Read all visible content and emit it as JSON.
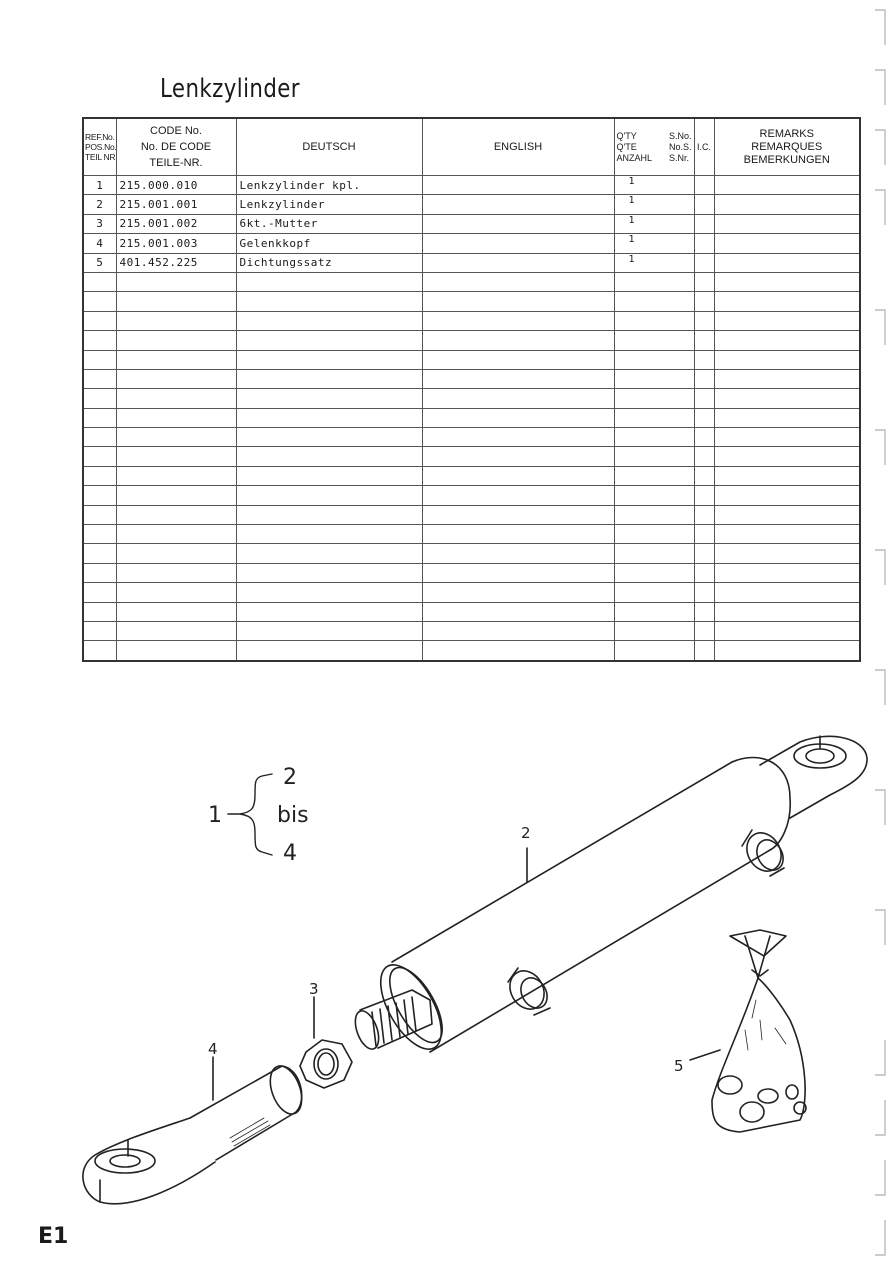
{
  "title": "Lenkzylinder",
  "table": {
    "headers": {
      "ref": [
        "REF.No.",
        "POS.No.",
        "TEIL NR."
      ],
      "code": [
        "CODE No.",
        "No. DE CODE",
        "TEILE-NR."
      ],
      "deutsch": "DEUTSCH",
      "english": "ENGLISH",
      "qty_left": [
        "Q'TY",
        "Q'TE",
        "ANZAHL"
      ],
      "qty_right": [
        "S.No.",
        "No.S.",
        "S.Nr."
      ],
      "ic": "I.C.",
      "remarks": [
        "REMARKS",
        "REMARQUES",
        "BEMERKUNGEN"
      ]
    },
    "rows": [
      {
        "ref": "1",
        "code": "215.000.010",
        "deutsch": "Lenkzylinder kpl.",
        "english": "",
        "qty": "1",
        "ic": "",
        "remarks": ""
      },
      {
        "ref": "2",
        "code": "215.001.001",
        "deutsch": "Lenkzylinder",
        "english": "",
        "qty": "1",
        "ic": "",
        "remarks": ""
      },
      {
        "ref": "3",
        "code": "215.001.002",
        "deutsch": "6kt.-Mutter",
        "english": "",
        "qty": "1",
        "ic": "",
        "remarks": ""
      },
      {
        "ref": "4",
        "code": "215.001.003",
        "deutsch": "Gelenkkopf",
        "english": "",
        "qty": "1",
        "ic": "",
        "remarks": ""
      },
      {
        "ref": "5",
        "code": "401.452.225",
        "deutsch": "Dichtungssatz",
        "english": "",
        "qty": "1",
        "ic": "",
        "remarks": ""
      }
    ]
  },
  "diagram": {
    "group_label": "1",
    "group_top": "2",
    "group_mid": "bis",
    "group_bottom": "4",
    "callout_2": "2",
    "callout_3": "3",
    "callout_4": "4",
    "callout_5": "5"
  },
  "page_label": "E1"
}
